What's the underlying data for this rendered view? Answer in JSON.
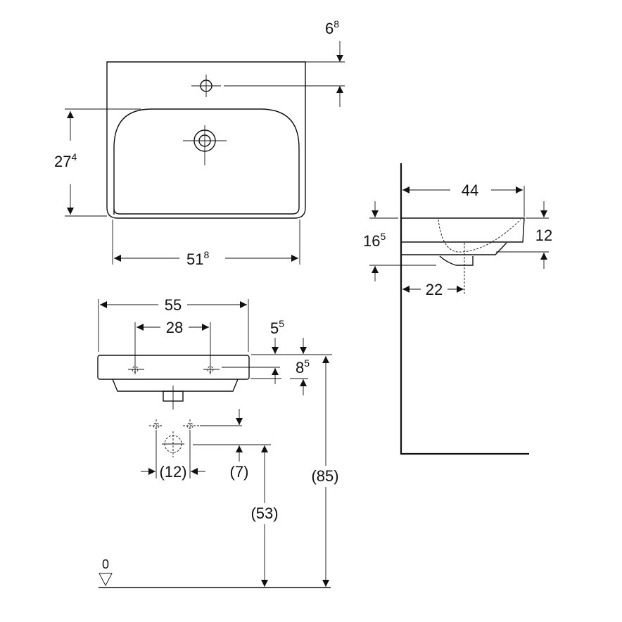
{
  "top_view": {
    "depth_offset": {
      "main": "6",
      "sup": "8"
    },
    "bowl_depth": {
      "main": "27",
      "sup": "4"
    },
    "bowl_width": {
      "main": "51",
      "sup": "8"
    }
  },
  "front_view": {
    "overall_width": "55",
    "tap_hole_spacing": "28",
    "top_offset": {
      "main": "5",
      "sup": "5"
    },
    "rim_height": {
      "main": "8",
      "sup": "5"
    },
    "supply_spacing": "(12)",
    "supply_offset": "(7)",
    "drain_height": "(53)",
    "rim_floor_height": "(85)",
    "floor_label": "0"
  },
  "side_view": {
    "projection": "44",
    "total_height": {
      "main": "16",
      "sup": "5"
    },
    "basin_height": "12",
    "drain_distance": "22"
  }
}
